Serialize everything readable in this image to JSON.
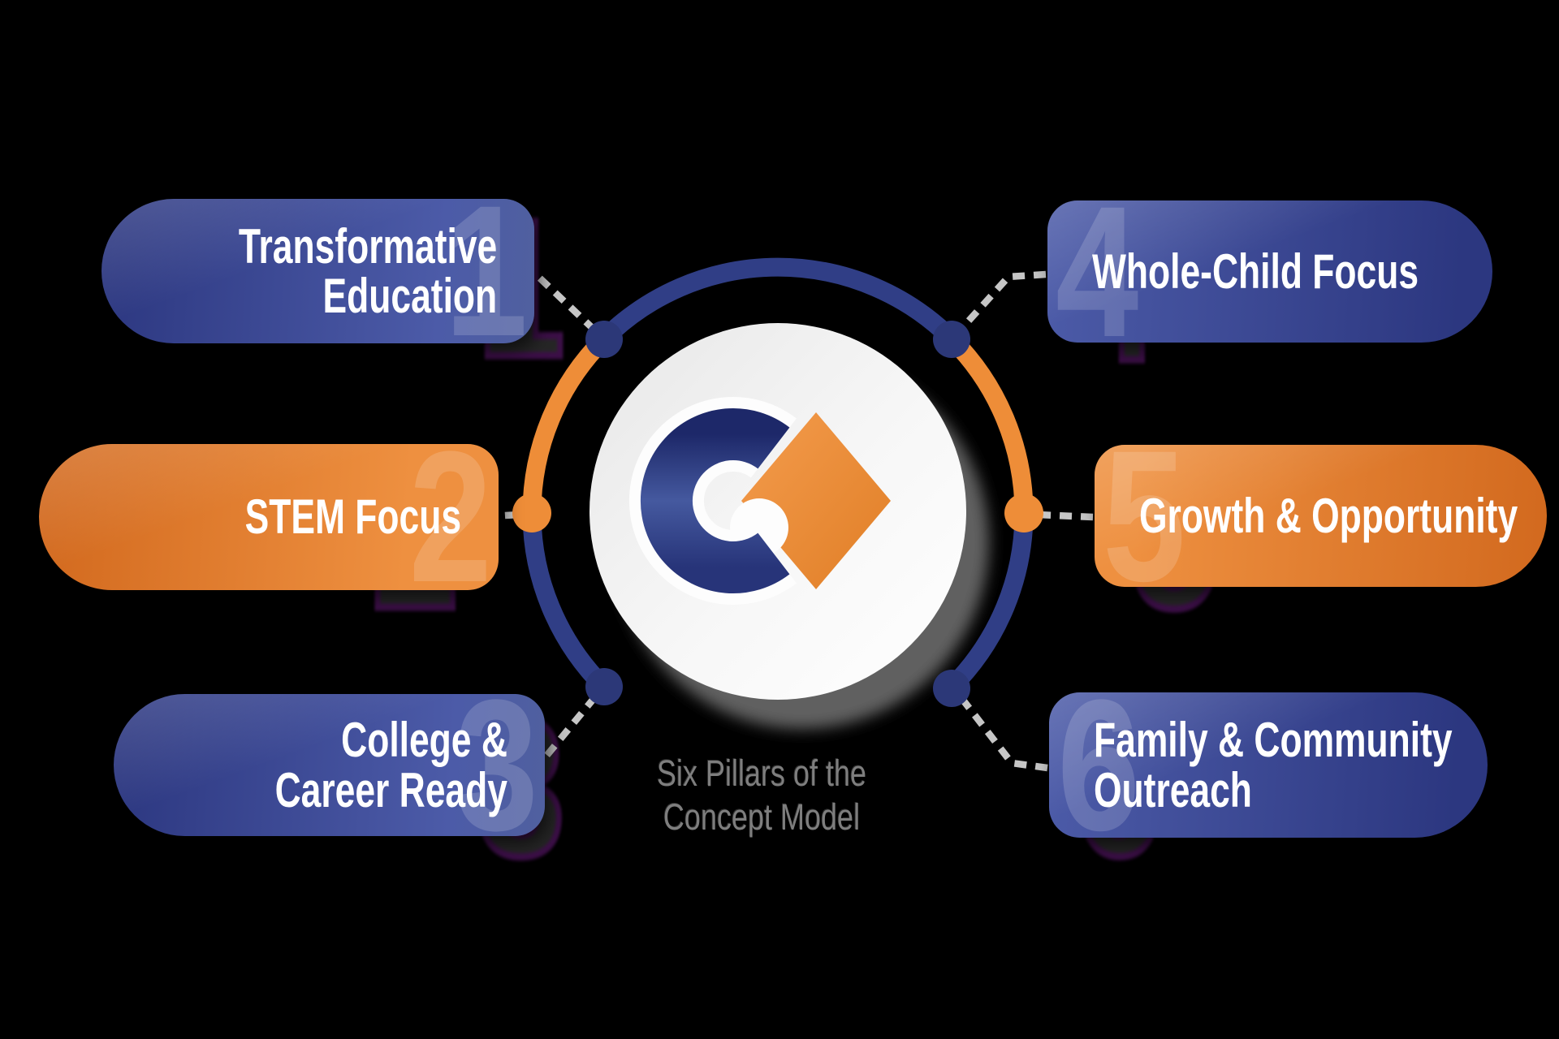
{
  "diagram_title": {
    "line1": "Six Pillars of the",
    "line2": "Concept Model"
  },
  "pillars": [
    {
      "number": "1",
      "line1": "Transformative",
      "line2": "Education",
      "color": "blue",
      "side": "left"
    },
    {
      "number": "2",
      "line1": "STEM Focus",
      "line2": "",
      "color": "orange",
      "side": "left"
    },
    {
      "number": "3",
      "line1": "College &",
      "line2": "Career Ready",
      "color": "blue",
      "side": "left"
    },
    {
      "number": "4",
      "line1": "Whole-Child Focus",
      "line2": "",
      "color": "blue",
      "side": "right"
    },
    {
      "number": "5",
      "line1": "Growth & Opportunity",
      "line2": "",
      "color": "orange",
      "side": "right"
    },
    {
      "number": "6",
      "line1": "Family & Community",
      "line2": "Outreach",
      "color": "blue",
      "side": "right"
    }
  ],
  "center_logo_icon": "c-arrow-logo",
  "colors": {
    "pill_blue_dark": "#2c3780",
    "pill_blue_light": "#4c5ba8",
    "pill_orange_light": "#ee9040",
    "pill_orange_dark": "#d2691e",
    "ring_blue": "#303e86",
    "ring_orange": "#ee8d38",
    "connector_gray": "#c6c6c6",
    "caption_gray": "#7e7e7e",
    "text_white": "#ffffff"
  }
}
